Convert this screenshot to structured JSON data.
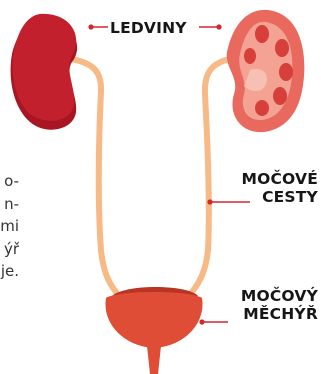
{
  "labels": {
    "kidneys": "LEDVINY",
    "ureters": [
      "MOČOVÉ",
      "CESTY"
    ],
    "bladder": [
      "MOČOVÝ",
      "MĚCHÝŘ"
    ]
  },
  "body_text_fragments": [
    "o-",
    "n-",
    "mi",
    "ýř",
    "je."
  ],
  "colors": {
    "kidney_left": "#c2202c",
    "kidney_left_dark": "#a71622",
    "kidney_right": "#e9695e",
    "kidney_right_inner": "#d63f3a",
    "ureter": "#f7b985",
    "bladder": "#e04d37",
    "bladder_dark": "#b93422",
    "leader_line": "#d6262e",
    "label_text": "#161616"
  }
}
